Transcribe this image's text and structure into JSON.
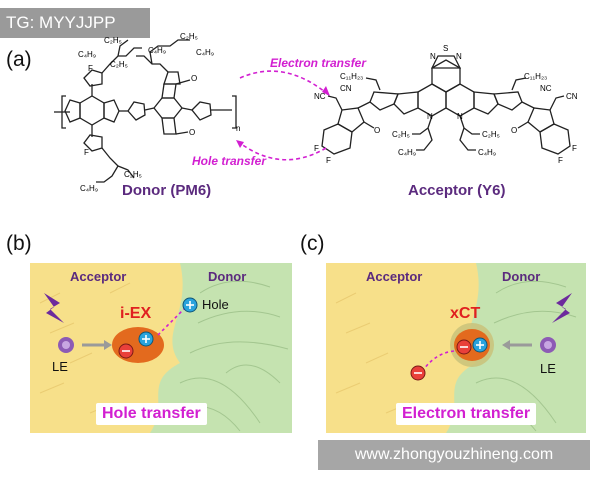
{
  "watermark_tag": "TG: MYYJJPP",
  "panel_a": {
    "label": "(a)",
    "donor_name": "Donor (PM6)",
    "acceptor_name": "Acceptor (Y6)",
    "electron_transfer": "Electron transfer",
    "hole_transfer": "Hole transfer",
    "donor_chem": {
      "side_chain_top": "C₂H₅",
      "side_chain_a": "C₄H₉",
      "side_chain_b": "C₄H₉",
      "side_chain_c": "C₂H₅",
      "side_chain_d": "C₄H₉",
      "side_chain_e": "C₂H₅",
      "side_chain_f": "C₄H₉",
      "side_chain_g": "C₂H₅",
      "fluorine_1": "F",
      "fluorine_2": "F",
      "o_1": "O",
      "o_2": "O",
      "n_sub": "n"
    },
    "acceptor_chem": {
      "c11_left": "C₁₁H₂₃",
      "c11_right": "C₁₁H₂₃",
      "cn_1": "NC",
      "cn_2": "CN",
      "cn_3": "NC",
      "cn_4": "CN",
      "f_1": "F",
      "f_2": "F",
      "f_3": "F",
      "f_4": "F",
      "o_left": "O",
      "o_right": "O",
      "n_1": "N",
      "n_2": "N",
      "s_top": "S",
      "n_top_l": "N",
      "n_top_r": "N",
      "c2_l": "C₂H₅",
      "c2_r": "C₂H₅",
      "c4_l": "C₄H₉",
      "c4_r": "C₄H₉"
    }
  },
  "panel_b": {
    "label": "(b)",
    "acceptor": "Acceptor",
    "donor": "Donor",
    "state": "i-EX",
    "hole": "Hole",
    "le": "LE",
    "transfer": "Hole transfer"
  },
  "panel_c": {
    "label": "(c)",
    "acceptor": "Acceptor",
    "donor": "Donor",
    "state": "xCT",
    "le": "LE",
    "transfer": "Electron transfer"
  },
  "site_watermark": "www.zhongyouzhineng.com",
  "colors": {
    "acceptor_region": "#f7e08a",
    "donor_region": "#c5e3b0",
    "magenta": "#d21fd1",
    "purple": "#5b2a7e",
    "exciton": "#e36a1e",
    "plus": "#2aa3dd",
    "minus": "#e9403a"
  }
}
